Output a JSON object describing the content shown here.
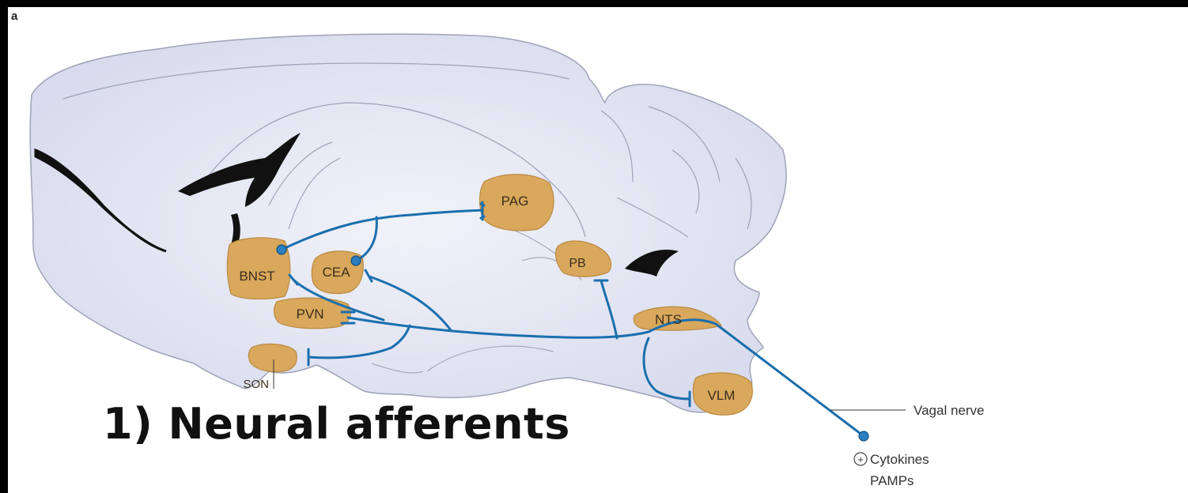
{
  "panel_label": "a",
  "heading": "1) Neural afferents",
  "regions": {
    "bnst": "BNST",
    "cea": "CEA",
    "pag": "PAG",
    "pb": "PB",
    "pvn": "PVN",
    "son": "SON",
    "nts": "NTS",
    "vlm": "VLM"
  },
  "annotations": {
    "vagal_nerve": "Vagal nerve",
    "plus_symbol": "+",
    "cytokines": "Cytokines",
    "pamps": "PAMPs"
  },
  "colors": {
    "brain_fill": "#dcdff0",
    "brain_stroke": "#9ea3b8",
    "ventricle": "#111111",
    "nucleus_fill": "#d9a85c",
    "nucleus_stroke": "#b98a40",
    "pathway": "#1a6fad"
  }
}
